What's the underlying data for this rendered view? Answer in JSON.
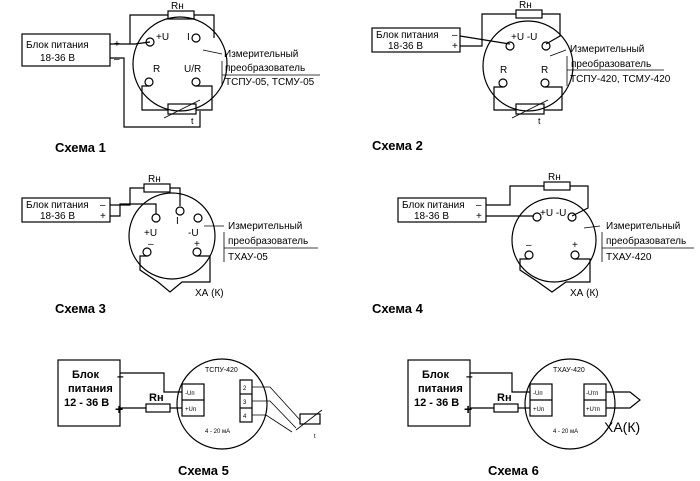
{
  "common": {
    "rn": "Rн",
    "meas1": "Измерительный",
    "meas2": "преобразователь",
    "t": "t",
    "xa": "ХА (К)",
    "xa_big": "ХА(К)",
    "ma": "4 - 20 мА"
  },
  "schemes": [
    {
      "caption": "Схема 1",
      "psu": [
        "Блок питания",
        "18-36 В"
      ],
      "polarity": [
        "+",
        "–"
      ],
      "terminals": [
        "+U",
        "I",
        "R",
        "U/R"
      ],
      "model": "ТСПУ-05, ТСМУ-05"
    },
    {
      "caption": "Схема 2",
      "psu": [
        "Блок питания",
        "18-36 В"
      ],
      "polarity": [
        "–",
        "+"
      ],
      "terminals": [
        "+U -U",
        "R",
        "R"
      ],
      "model": "ТСПУ-420, ТСМУ-420"
    },
    {
      "caption": "Схема 3",
      "psu": [
        "Блок питания",
        "18-36 В"
      ],
      "polarity": [
        "–",
        "+"
      ],
      "terminals": [
        "I",
        "+U",
        "-U",
        "–",
        "+"
      ],
      "model": "ТХАУ-05"
    },
    {
      "caption": "Схема 4",
      "psu": [
        "Блок питания",
        "18-36 В"
      ],
      "polarity": [
        "–",
        "+"
      ],
      "terminals": [
        "+U -U",
        "–",
        "+"
      ],
      "model": "ТХАУ-420"
    },
    {
      "caption": "Схема 5",
      "psu": [
        "Блок",
        "питания",
        "12 - 36 В"
      ],
      "polarity": [
        "–",
        "+"
      ],
      "device": "ТСПУ-420",
      "pins": [
        "-Uп",
        "+Uп"
      ],
      "sensor_pins": [
        "2",
        "3",
        "4"
      ]
    },
    {
      "caption": "Схема 6",
      "psu": [
        "Блок",
        "питания",
        "12 - 36 В"
      ],
      "polarity": [
        "–",
        "+"
      ],
      "device": "ТХАУ-420",
      "pins": [
        "-Uп",
        "+Uп"
      ],
      "sensor_pins": [
        "-Uтп",
        "+Uтп"
      ]
    }
  ]
}
